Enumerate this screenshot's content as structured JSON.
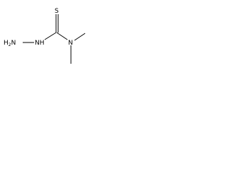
{
  "structure": {
    "atoms": [
      {
        "id": "h2n",
        "label": "H2N"
      },
      {
        "id": "nh",
        "label": "NH"
      },
      {
        "id": "s",
        "label": "S"
      },
      {
        "id": "n",
        "label": "N"
      }
    ],
    "colors": {
      "ink": "#000000",
      "background": "#ffffff"
    }
  }
}
